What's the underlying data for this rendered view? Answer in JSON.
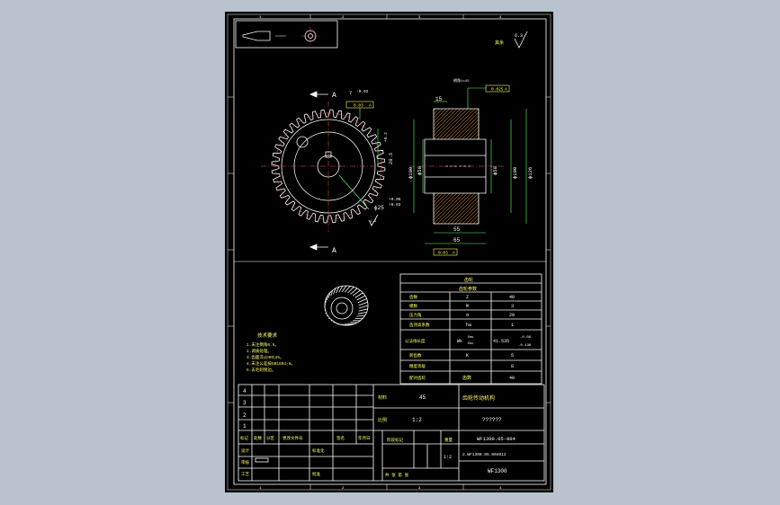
{
  "frame": {
    "zone_numbers_top": [
      "1",
      "2",
      "3",
      "4"
    ],
    "zone_numbers_bottom": [
      "1",
      "2",
      "3",
      "4"
    ]
  },
  "symbols": {
    "roughness_rest_label": "其余",
    "roughness_rest_value": "6.3"
  },
  "front_view": {
    "section_label_top": "A",
    "section_label_bottom": "A",
    "keyway_width": "7",
    "keyway_tol": "-0.02",
    "keyway_sym_tol": "0.03",
    "keyway_sym_datum": "A",
    "keyway_depth": "28.5",
    "keyway_depth_tol": "+0.2",
    "bore_dia": "ϕ25",
    "bore_tol_upper": "+0.05",
    "bore_tol_lower": "+0.03",
    "roughness_bore": "1.6"
  },
  "section_view": {
    "dim_15": "15",
    "runout_tol": "0.025",
    "runout_datum": "A",
    "chamfer_note": "倒角1×45",
    "dia_100": "ϕ100",
    "dia_50_left": "ϕ50",
    "dia_50_right": "ϕ50",
    "dia_100_right": "ϕ100",
    "dia_126": "ϕ126",
    "dim_55": "55",
    "dim_65": "65",
    "perp_tol": "0.03",
    "perp_datum": "A"
  },
  "tech_req": {
    "title": "技术要求",
    "items": [
      "1.未注倒角0.5。",
      "2.调质处理。",
      "3.齿面淬火HRC45。",
      "4.未注公差按GB1804-m。",
      "5.去毛刺锐边。"
    ]
  },
  "gear_table": {
    "title": "齿轮",
    "subtitle": "齿轮参数",
    "rows": [
      {
        "label": "齿数",
        "symbol": "Z",
        "value": "40"
      },
      {
        "label": "模数",
        "symbol": "M",
        "value": "3"
      },
      {
        "label": "压力角",
        "symbol": "α",
        "value": "20"
      },
      {
        "label": "齿顶高系数",
        "symbol": "ha",
        "value": "1"
      },
      {
        "label": "公法线长度",
        "symbol": "Wk",
        "value": "41.535"
      },
      {
        "label": "跨齿数",
        "symbol": "K",
        "value": "5"
      },
      {
        "label": "精度等级",
        "symbol": "",
        "value": "8"
      },
      {
        "label": "配对齿轮",
        "symbol": "齿数",
        "value": "40"
      }
    ],
    "wk_tol_upper": "-0.08",
    "wk_tol_lower": "-0.136",
    "wk_sub_upper": "Ems",
    "wk_sub_lower": "Emi"
  },
  "title_block": {
    "rev_numbers": [
      "4",
      "3",
      "2",
      "1"
    ],
    "header_labels": [
      "标记",
      "处数",
      "分区",
      "更改文件号",
      "签名",
      "年月日"
    ],
    "role_labels": [
      "设计",
      "审核",
      "工艺"
    ],
    "std_label": "标准化",
    "approve_label": "批准",
    "material_label": "材料",
    "material_value": "45",
    "scale_label": "比例",
    "scale_value": "1:2",
    "stage_label": "阶段标记",
    "weight_label": "重量",
    "sheet_label": "共 张 第 张",
    "sheet_value": "1:2",
    "part_name": "齿轮传动机构",
    "part_name_value": "??????",
    "drawing_no": "WF1300.05-004",
    "drawing_no_full": "2.WF1300.05.004012",
    "company": "WF1300"
  }
}
